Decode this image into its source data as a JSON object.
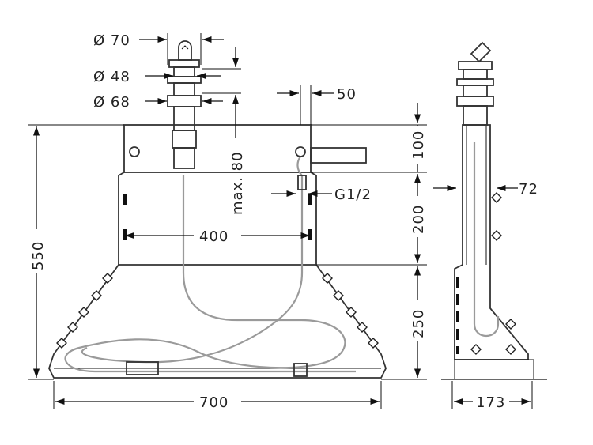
{
  "dimensions": {
    "dia_top": "Ø 70",
    "dia_mid": "Ø 48",
    "dia_low": "Ø 68",
    "max_travel": "max. 80",
    "pipe_offset": "50",
    "thread": "G1/2",
    "top_height": "100",
    "mid_height": "200",
    "low_height": "250",
    "total_height": "550",
    "inner_width": "400",
    "base_width": "700",
    "side_depth": "72",
    "side_base": "173"
  }
}
